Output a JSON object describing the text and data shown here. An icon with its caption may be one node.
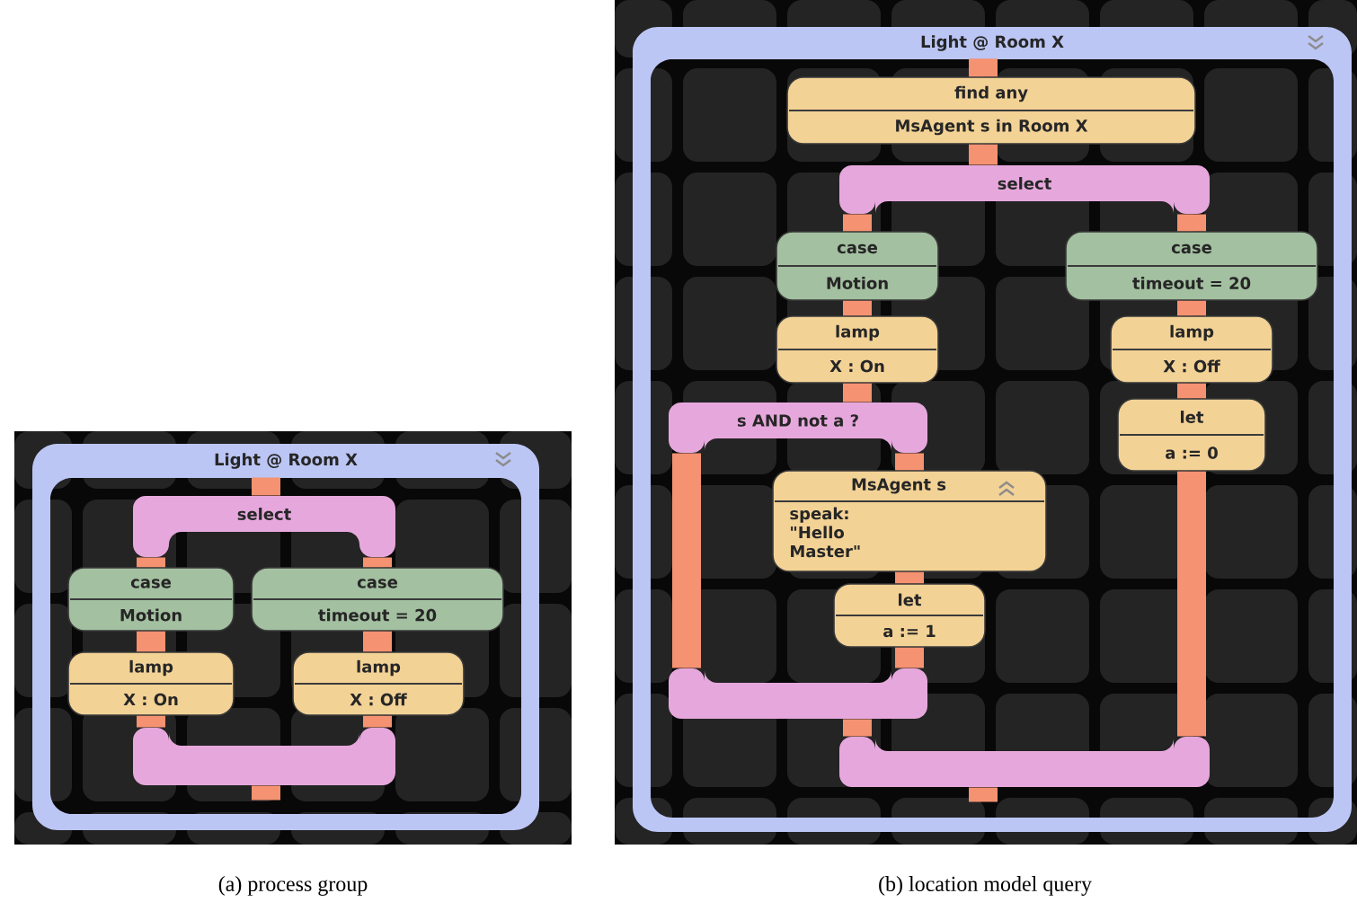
{
  "diagram": {
    "nodes": [
      {
        "text": [
          "Light @ Room X"
        ]
      },
      {
        "text": [
          "select"
        ],
        "in": 0
      },
      {
        "text": [
          "case",
          "Motion"
        ],
        "in": 0
      },
      {
        "text": [
          "case",
          "timeout = 20"
        ],
        "in": 0
      },
      {
        "text": [
          "lamp",
          "X : On"
        ],
        "in": 0
      },
      {
        "text": [
          "lamp",
          "X : Off"
        ],
        "in": 0
      },
      {
        "text": [],
        "shape": "bar",
        "in": 0
      },
      {
        "text": [
          "Light @ Room X"
        ]
      },
      {
        "text": [
          "find any",
          "MsAgent s in Room X"
        ],
        "in": 7
      },
      {
        "text": [
          "select"
        ],
        "in": 7
      },
      {
        "text": [
          "case",
          "Motion"
        ],
        "in": 7
      },
      {
        "text": [
          "case",
          "timeout = 20"
        ],
        "in": 7
      },
      {
        "text": [
          "lamp",
          "X : On"
        ],
        "in": 7
      },
      {
        "text": [
          "lamp",
          "X : Off"
        ],
        "in": 7
      },
      {
        "text": [
          "s AND not a ?"
        ],
        "in": 7
      },
      {
        "text": [
          "MsAgent s",
          "speak: \"Hello Master\""
        ],
        "in": 7
      },
      {
        "text": [
          "let",
          "a := 1"
        ],
        "in": 7
      },
      {
        "text": [
          "let",
          "a := 0"
        ],
        "in": 7
      },
      {
        "text": [],
        "shape": "bar",
        "in": 7
      },
      {
        "text": [],
        "shape": "bar",
        "in": 7
      }
    ],
    "edges": [
      {
        "from": null,
        "to": 1,
        "arrow": "none"
      },
      {
        "from": 1,
        "to": 2,
        "arrow": "none"
      },
      {
        "from": 1,
        "to": 3,
        "arrow": "none"
      },
      {
        "from": 2,
        "to": 4,
        "arrow": "none"
      },
      {
        "from": 3,
        "to": 5,
        "arrow": "none"
      },
      {
        "from": 4,
        "to": 6,
        "arrow": "none"
      },
      {
        "from": 5,
        "to": 6,
        "arrow": "none"
      },
      {
        "from": 6,
        "to": null,
        "arrow": "none"
      },
      {
        "from": null,
        "to": 8,
        "arrow": "none"
      },
      {
        "from": 8,
        "to": 9,
        "arrow": "none"
      },
      {
        "from": 9,
        "to": 10,
        "arrow": "none"
      },
      {
        "from": 9,
        "to": 11,
        "arrow": "none"
      },
      {
        "from": 10,
        "to": 12,
        "arrow": "none"
      },
      {
        "from": 11,
        "to": 13,
        "arrow": "none"
      },
      {
        "from": 12,
        "to": 14,
        "arrow": "none"
      },
      {
        "from": 14,
        "to": 15,
        "arrow": "none"
      },
      {
        "from": 15,
        "to": 16,
        "arrow": "none"
      },
      {
        "from": 16,
        "to": 18,
        "arrow": "none"
      },
      {
        "from": 14,
        "to": 18,
        "arrow": "none"
      },
      {
        "from": 18,
        "to": 19,
        "arrow": "none"
      },
      {
        "from": 13,
        "to": 17,
        "arrow": "none"
      },
      {
        "from": 17,
        "to": 19,
        "arrow": "none"
      },
      {
        "from": 19,
        "to": null,
        "arrow": "none"
      }
    ],
    "labels": [
      "(a) process group",
      "(b) location model query"
    ]
  }
}
